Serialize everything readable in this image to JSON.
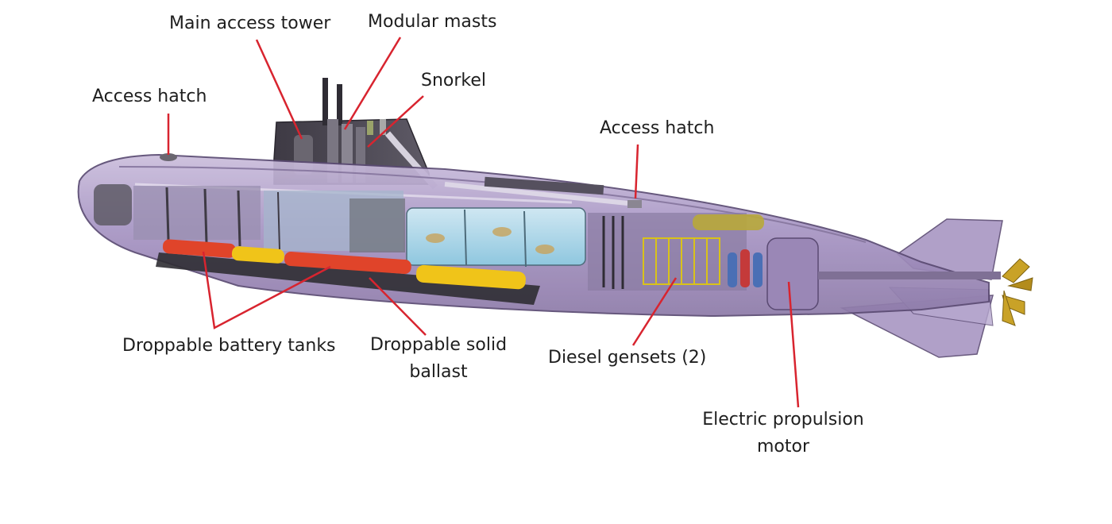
{
  "labels": {
    "main_access_tower": "Main access tower",
    "modular_masts": "Modular masts",
    "snorkel": "Snorkel",
    "access_hatch_fore": "Access hatch",
    "access_hatch_aft": "Access hatch",
    "droppable_battery_tanks": "Droppable battery tanks",
    "droppable_solid_ballast_1": "Droppable solid",
    "droppable_solid_ballast_2": "ballast",
    "diesel_gensets": "Diesel gensets (2)",
    "electric_propulsion_motor_1": "Electric propulsion",
    "electric_propulsion_motor_2": "motor"
  },
  "colors": {
    "hull": "#a48fc1",
    "hull_outline": "#5a4a72",
    "sail": "#4a4650",
    "battery_tanks": "#e0442a",
    "solid_ballast": "#f0c419",
    "leader_lines": "#d8242f",
    "propeller": "#c9a227"
  }
}
